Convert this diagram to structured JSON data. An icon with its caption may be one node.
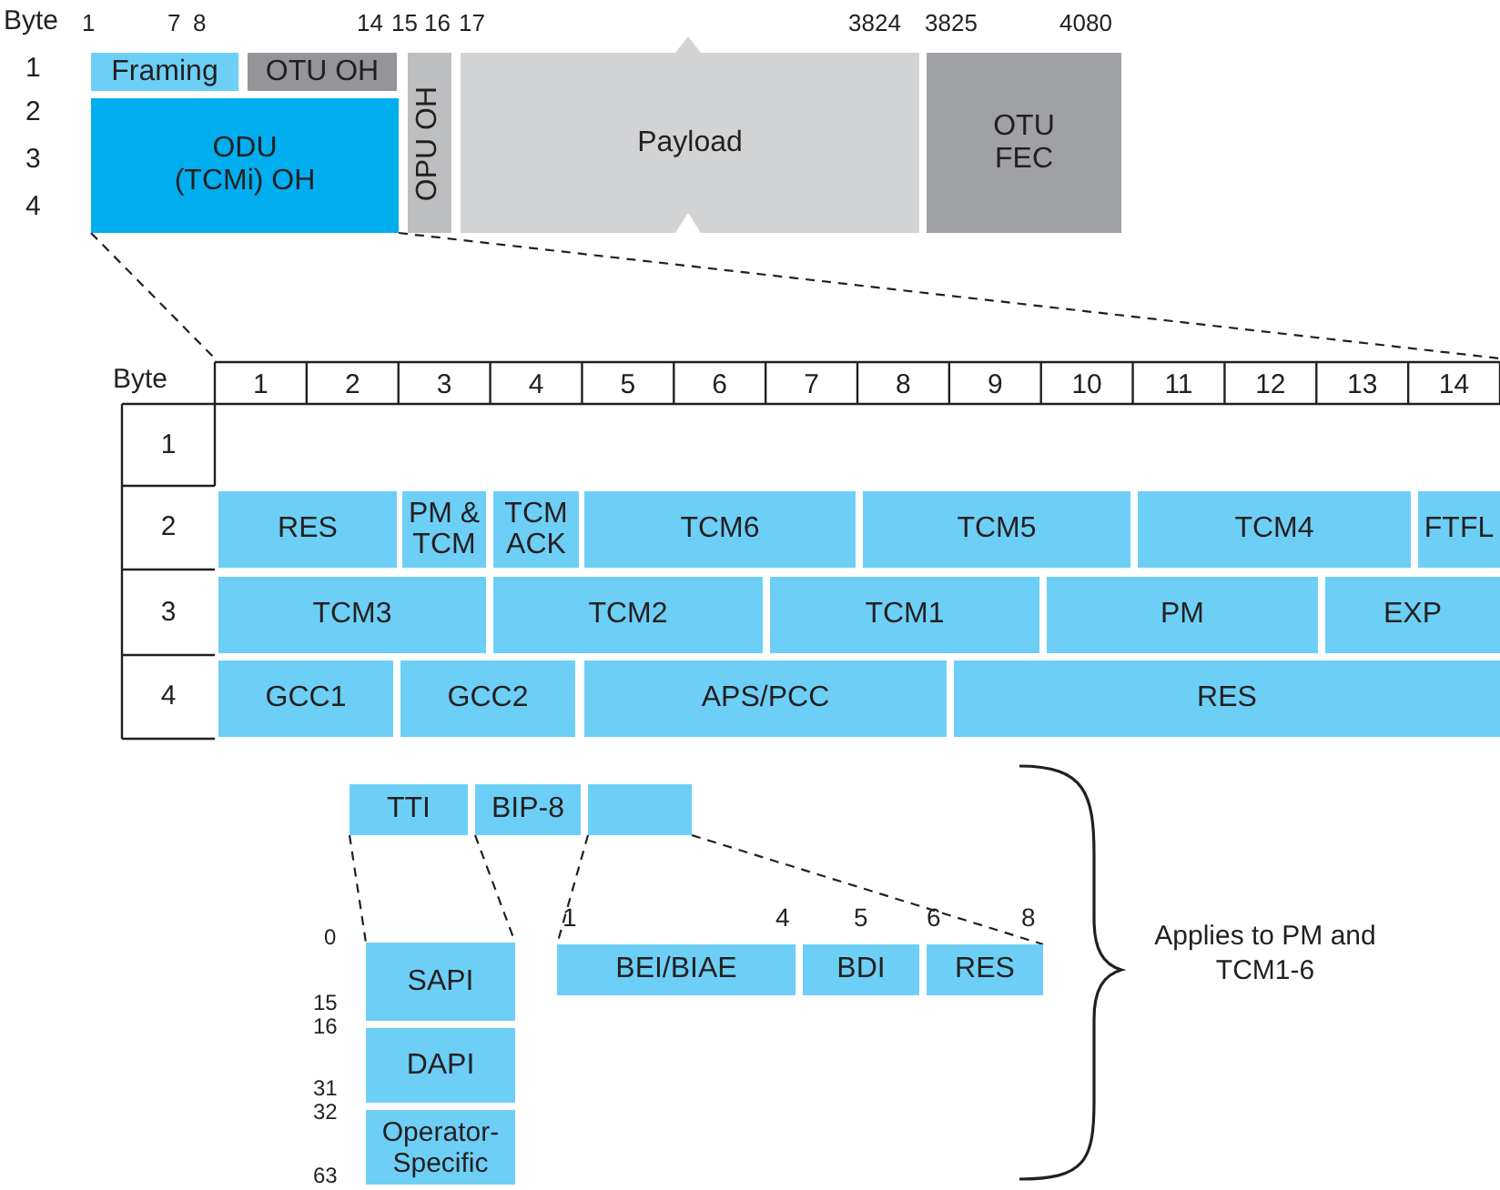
{
  "diagram": {
    "nodes": [
      {
        "text": [
          "Framing"
        ]
      },
      {
        "text": [
          "OTU OH"
        ]
      },
      {
        "text": [
          "ODU (TCMi) OH"
        ]
      },
      {
        "text": [
          "OPU OH"
        ]
      },
      {
        "text": [
          "Payload"
        ]
      },
      {
        "text": [
          "OTU FEC"
        ]
      },
      {
        "text": [
          "RES"
        ]
      },
      {
        "text": [
          "PM & TCM"
        ]
      },
      {
        "text": [
          "TCM ACK"
        ]
      },
      {
        "text": [
          "TCM6"
        ]
      },
      {
        "text": [
          "TCM5"
        ]
      },
      {
        "text": [
          "TCM4"
        ]
      },
      {
        "text": [
          "FTFL"
        ]
      },
      {
        "text": [
          "TCM3"
        ]
      },
      {
        "text": [
          "TCM2"
        ]
      },
      {
        "text": [
          "TCM1"
        ]
      },
      {
        "text": [
          "PM"
        ]
      },
      {
        "text": [
          "EXP"
        ]
      },
      {
        "text": [
          "GCC1"
        ]
      },
      {
        "text": [
          "GCC2"
        ]
      },
      {
        "text": [
          "APS/PCC"
        ]
      },
      {
        "text": [
          "RES"
        ]
      },
      {
        "text": [
          "TTI"
        ]
      },
      {
        "text": [
          "BIP-8"
        ]
      },
      {
        "text": [],
        "shape": "box"
      },
      {
        "text": [
          "SAPI"
        ]
      },
      {
        "text": [
          "DAPI"
        ]
      },
      {
        "text": [
          "Operator-Specific"
        ]
      },
      {
        "text": [
          "BEI/BIAE"
        ]
      },
      {
        "text": [
          "BDI"
        ]
      },
      {
        "text": [
          "RES"
        ]
      }
    ],
    "edges": [
      {
        "from": 2,
        "to": null,
        "arrow": "none",
        "style": "dashed"
      },
      {
        "from": 2,
        "to": null,
        "arrow": "none",
        "style": "dashed"
      },
      {
        "from": 22,
        "to": 25,
        "arrow": "none",
        "style": "dashed"
      },
      {
        "from": 23,
        "to": 25,
        "arrow": "none",
        "style": "dashed"
      },
      {
        "from": 24,
        "to": 28,
        "arrow": "none",
        "style": "dashed"
      },
      {
        "from": 24,
        "to": 30,
        "arrow": "none",
        "style": "dashed"
      }
    ],
    "labels": [
      "Byte",
      "1",
      "7",
      "8",
      "14",
      "15",
      "16",
      "17",
      "3824",
      "3825",
      "4080",
      "1",
      "2",
      "3",
      "4",
      "Byte",
      "1",
      "2",
      "3",
      "4",
      "5",
      "6",
      "7",
      "8",
      "9",
      "10",
      "11",
      "12",
      "13",
      "14",
      "1",
      "2",
      "3",
      "4",
      "0",
      "15",
      "16",
      "31",
      "32",
      "63",
      "1",
      "4",
      "5",
      "6",
      "8",
      "Applies to PM and TCM1-6"
    ]
  }
}
